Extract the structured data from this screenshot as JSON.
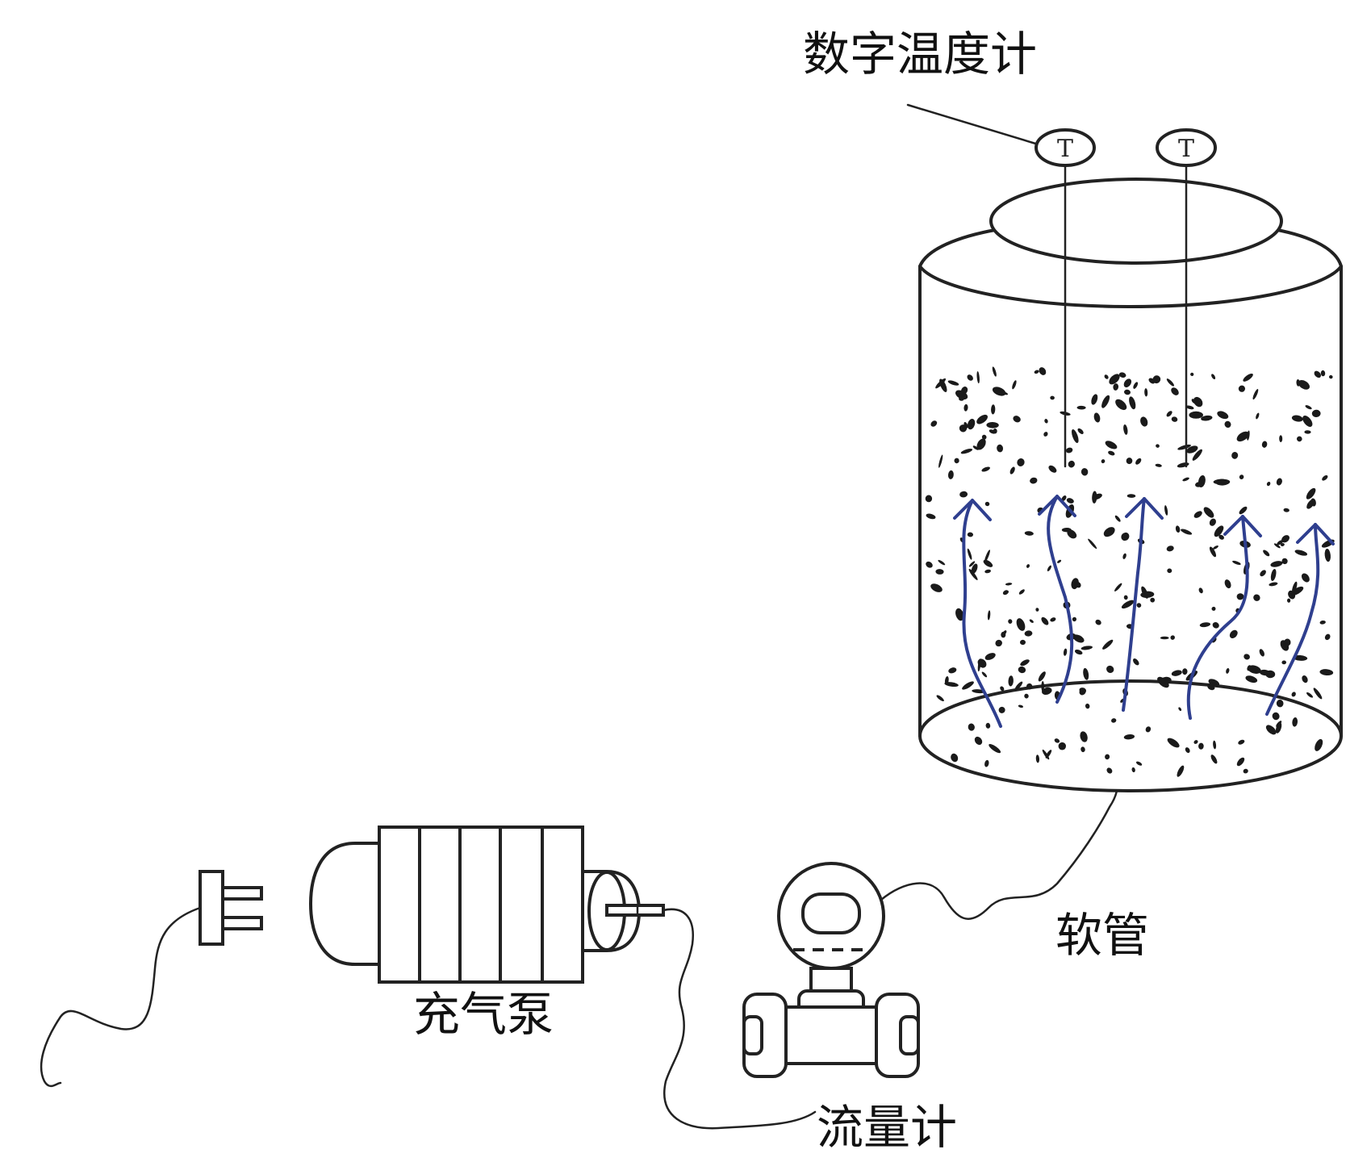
{
  "labels": {
    "thermometer": "数字温度计",
    "pump": "充气泵",
    "flowmeter": "流量计",
    "hose": "软管"
  },
  "thermometer_symbol": "T",
  "colors": {
    "line": "#222222",
    "airflow_arrows": "#2f3f8f",
    "particles": "#1a1a1a",
    "background": "#ffffff"
  },
  "icons": [
    "plug-icon",
    "pump-icon",
    "flowmeter-icon",
    "vessel-icon",
    "thermometer-icon"
  ]
}
